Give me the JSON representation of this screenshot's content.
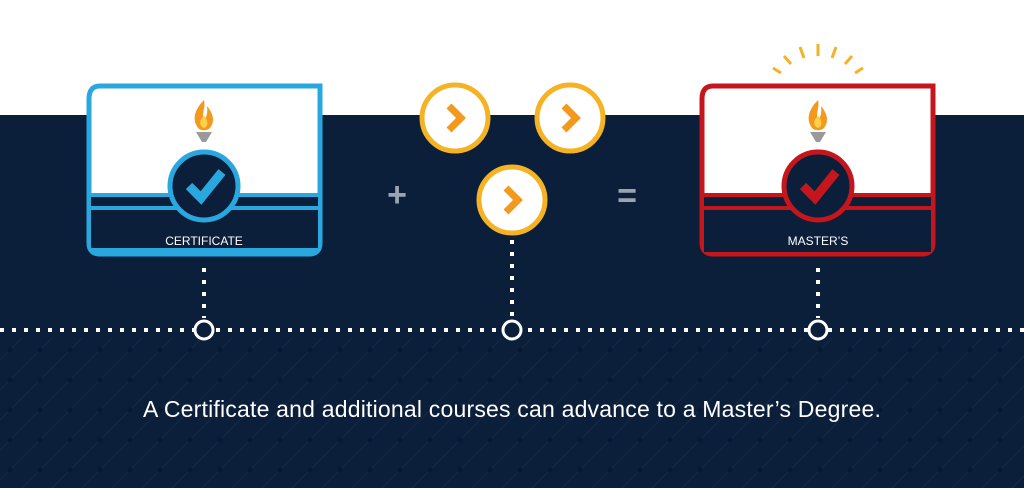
{
  "certificate": {
    "label": "CERTIFICATE",
    "color": "#29a8e0"
  },
  "masters": {
    "label": "MASTER’S",
    "color": "#c4161c"
  },
  "operators": {
    "plus": "+",
    "equals": "="
  },
  "course_icon": {
    "name": "chevron-right-icon",
    "color": "#f5b324"
  },
  "caption": "A Certificate and additional courses can advance to a Master’s Degree.",
  "colors": {
    "background": "#0b1f3a",
    "top": "#ffffff",
    "accent": "#f5b324"
  }
}
